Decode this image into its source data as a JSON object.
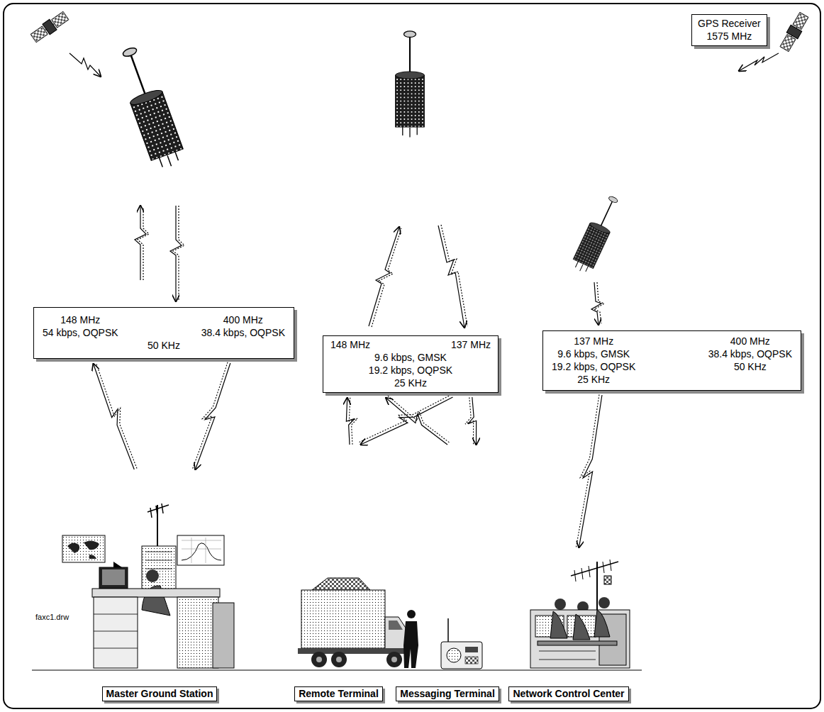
{
  "diagram": {
    "nodes": [
      {
        "text": [
          "GPS Receiver",
          "1575 MHz"
        ]
      },
      {
        "text": [
          "148 MHz",
          "54 kbps, OQPSK",
          "400 MHz",
          "38.4 kbps, OQPSK",
          "50 KHz"
        ]
      },
      {
        "text": [
          "148 MHz",
          "137 MHz",
          "9.6 kbps, GMSK",
          "19.2 kbps, OQPSK",
          "25 KHz"
        ]
      },
      {
        "text": [
          "137 MHz",
          "9.6 kbps, GMSK",
          "19.2 kbps, OQPSK",
          "25 KHz",
          "400 MHz",
          "38.4 kbps, OQPSK",
          "50 KHz"
        ]
      },
      {
        "text": [
          "Master Ground Station"
        ]
      },
      {
        "text": [
          "Remote Terminal"
        ]
      },
      {
        "text": [
          "Messaging Terminal"
        ]
      },
      {
        "text": [
          "Network Control Center"
        ]
      }
    ],
    "edges": [
      {
        "from": 4,
        "to": 1,
        "arrow": "to"
      },
      {
        "from": 1,
        "to": 4,
        "arrow": "to"
      },
      {
        "from": 5,
        "to": 2,
        "arrow": "to"
      },
      {
        "from": 2,
        "to": 5,
        "arrow": "to"
      },
      {
        "from": 6,
        "to": 2,
        "arrow": "to"
      },
      {
        "from": 2,
        "to": 6,
        "arrow": "to"
      },
      {
        "from": 3,
        "to": 7,
        "arrow": "to"
      }
    ],
    "labels": [
      "faxc1.drw"
    ]
  }
}
